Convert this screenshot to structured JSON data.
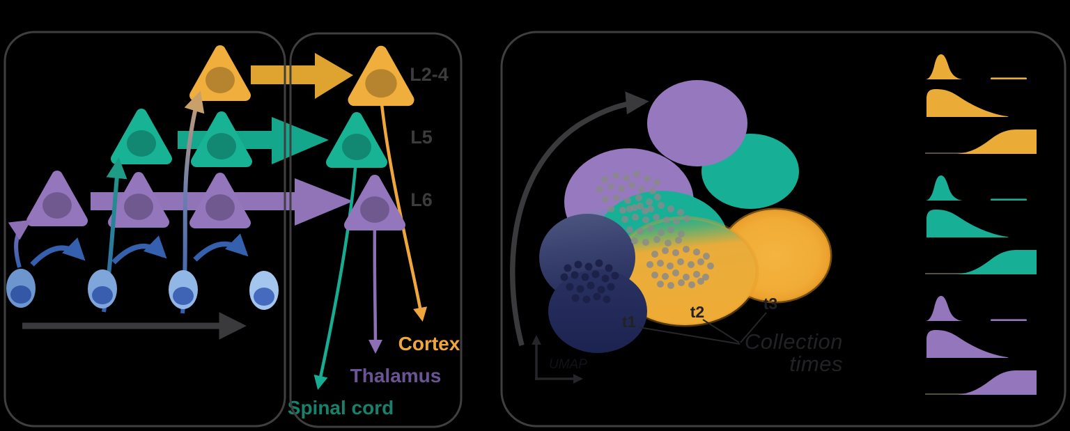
{
  "colors": {
    "background": "#000000",
    "panel_border": "#3f3f3f",
    "yellow": "#E9AB38",
    "teal": "#17B096",
    "purple": "#9476BC",
    "navy": "#272F5D",
    "progenitor_blue": "#7EA6DB",
    "lineage_blue": "#3560AE",
    "dark_arrow": "#3A3A3C",
    "dot_gray": "#8A8A8A",
    "annotation_dark": "#222226",
    "layer_label_gray": "#3C3C3C"
  },
  "left_panel": {
    "icons": {
      "neuron": "triangle-neuron-icon",
      "progenitor": "progenitor-cell-icon",
      "time_arrow": "time-arrow-icon",
      "division_arrow": "self-renewal-arrow-icon"
    }
  },
  "middle_panel": {
    "layer_labels": [
      "L2-4",
      "L5",
      "L6"
    ],
    "projections": [
      {
        "label": "Cortex",
        "color": "#EFA73C"
      },
      {
        "label": "Thalamus",
        "color": "#6B5494"
      },
      {
        "label": "Spinal cord",
        "color": "#17816B"
      }
    ]
  },
  "right_panel": {
    "collection_time_labels": [
      "t1",
      "t2",
      "t3"
    ],
    "collection_annotation": {
      "line1": "Collection",
      "line2": "times"
    },
    "axis_label": "UMAP",
    "ridge_plots": {
      "groups": [
        {
          "name": "yellow",
          "hex": "#EAAC36",
          "rows": [
            "early-peak",
            "broad-decay",
            "late-plateau"
          ]
        },
        {
          "name": "teal",
          "hex": "#17B096",
          "rows": [
            "early-peak",
            "broad-decay",
            "late-plateau"
          ]
        },
        {
          "name": "purple",
          "hex": "#9476BC",
          "rows": [
            "early-peak",
            "broad-decay",
            "late-plateau"
          ]
        }
      ]
    }
  }
}
